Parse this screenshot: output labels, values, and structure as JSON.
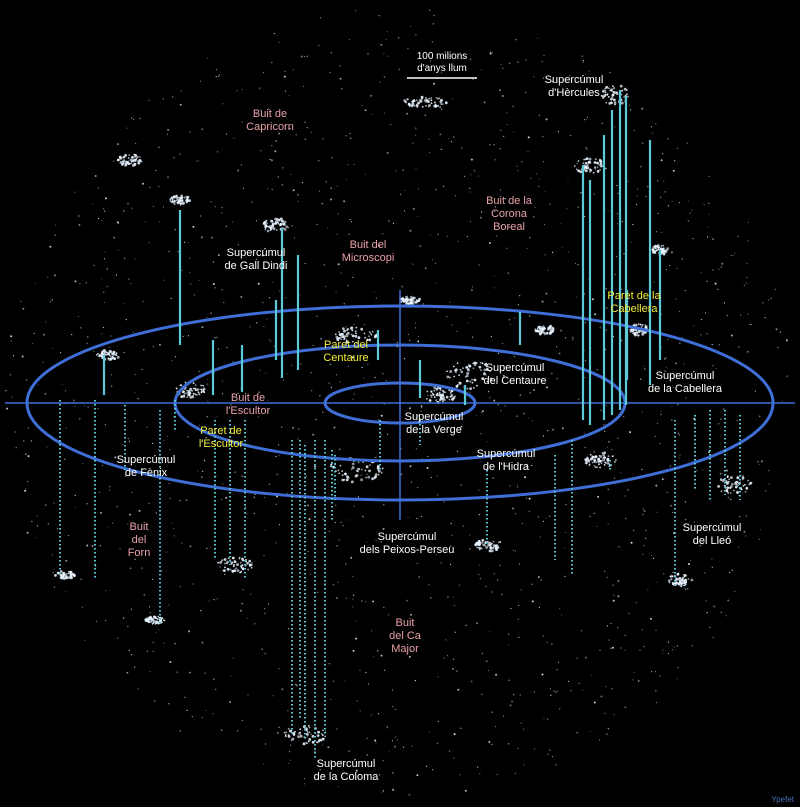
{
  "scale_bar": {
    "line1": "100 milions",
    "line2": "d'anys llum"
  },
  "credit": "Ypefet",
  "colors": {
    "background": "#000000",
    "rings": "#3f6fd6",
    "axes": "#3f6fd6",
    "drop_lines": "#5cc9d8",
    "void_labels": "#e8a0a8",
    "supercluster_labels": "#ffffff",
    "wall_labels": "#f2ee3a",
    "galaxies": "#e8f4ff"
  },
  "labels": {
    "void_capricorn": [
      "Buit de",
      "Capricorn"
    ],
    "void_microscopi": [
      "Buit del",
      "Microscopi"
    ],
    "void_corona": [
      "Buit de la",
      "Corona",
      "Boreal"
    ],
    "void_escultor": [
      "Buit  de",
      "l'Escultor"
    ],
    "void_forn": [
      "Buit",
      "del",
      "Forn"
    ],
    "void_ca_major": [
      "Buit",
      "del Ca",
      "Major"
    ],
    "sc_hercules": [
      "Supercúmul",
      "d'Hèrcules"
    ],
    "sc_gall_dindi": [
      "Supercúmul",
      "de Gall Dindi"
    ],
    "sc_centaure": [
      "Supercúmul",
      "del Centaure"
    ],
    "sc_cabellera": [
      "Supercúmul",
      "de la Cabellera"
    ],
    "sc_verge": [
      "Supercúmul",
      "de la Verge"
    ],
    "sc_hidra": [
      "Supercúmul",
      "de l'Hidra"
    ],
    "sc_fenix": [
      "Supercúmul",
      "de Fènix"
    ],
    "sc_lleo": [
      "Supercúmul",
      "del Lleó"
    ],
    "sc_peixos_perseu": [
      "Supercúmul",
      "dels Peixos-Perseu"
    ],
    "sc_coloma": [
      "Supercúmul",
      "de la Coloma"
    ],
    "wall_cabellera": [
      "Paret de la",
      "Cabellera"
    ],
    "wall_centaure": [
      "Paret del",
      "Centaure"
    ],
    "wall_escultor": [
      "Paret de",
      "l'Escultor"
    ]
  }
}
